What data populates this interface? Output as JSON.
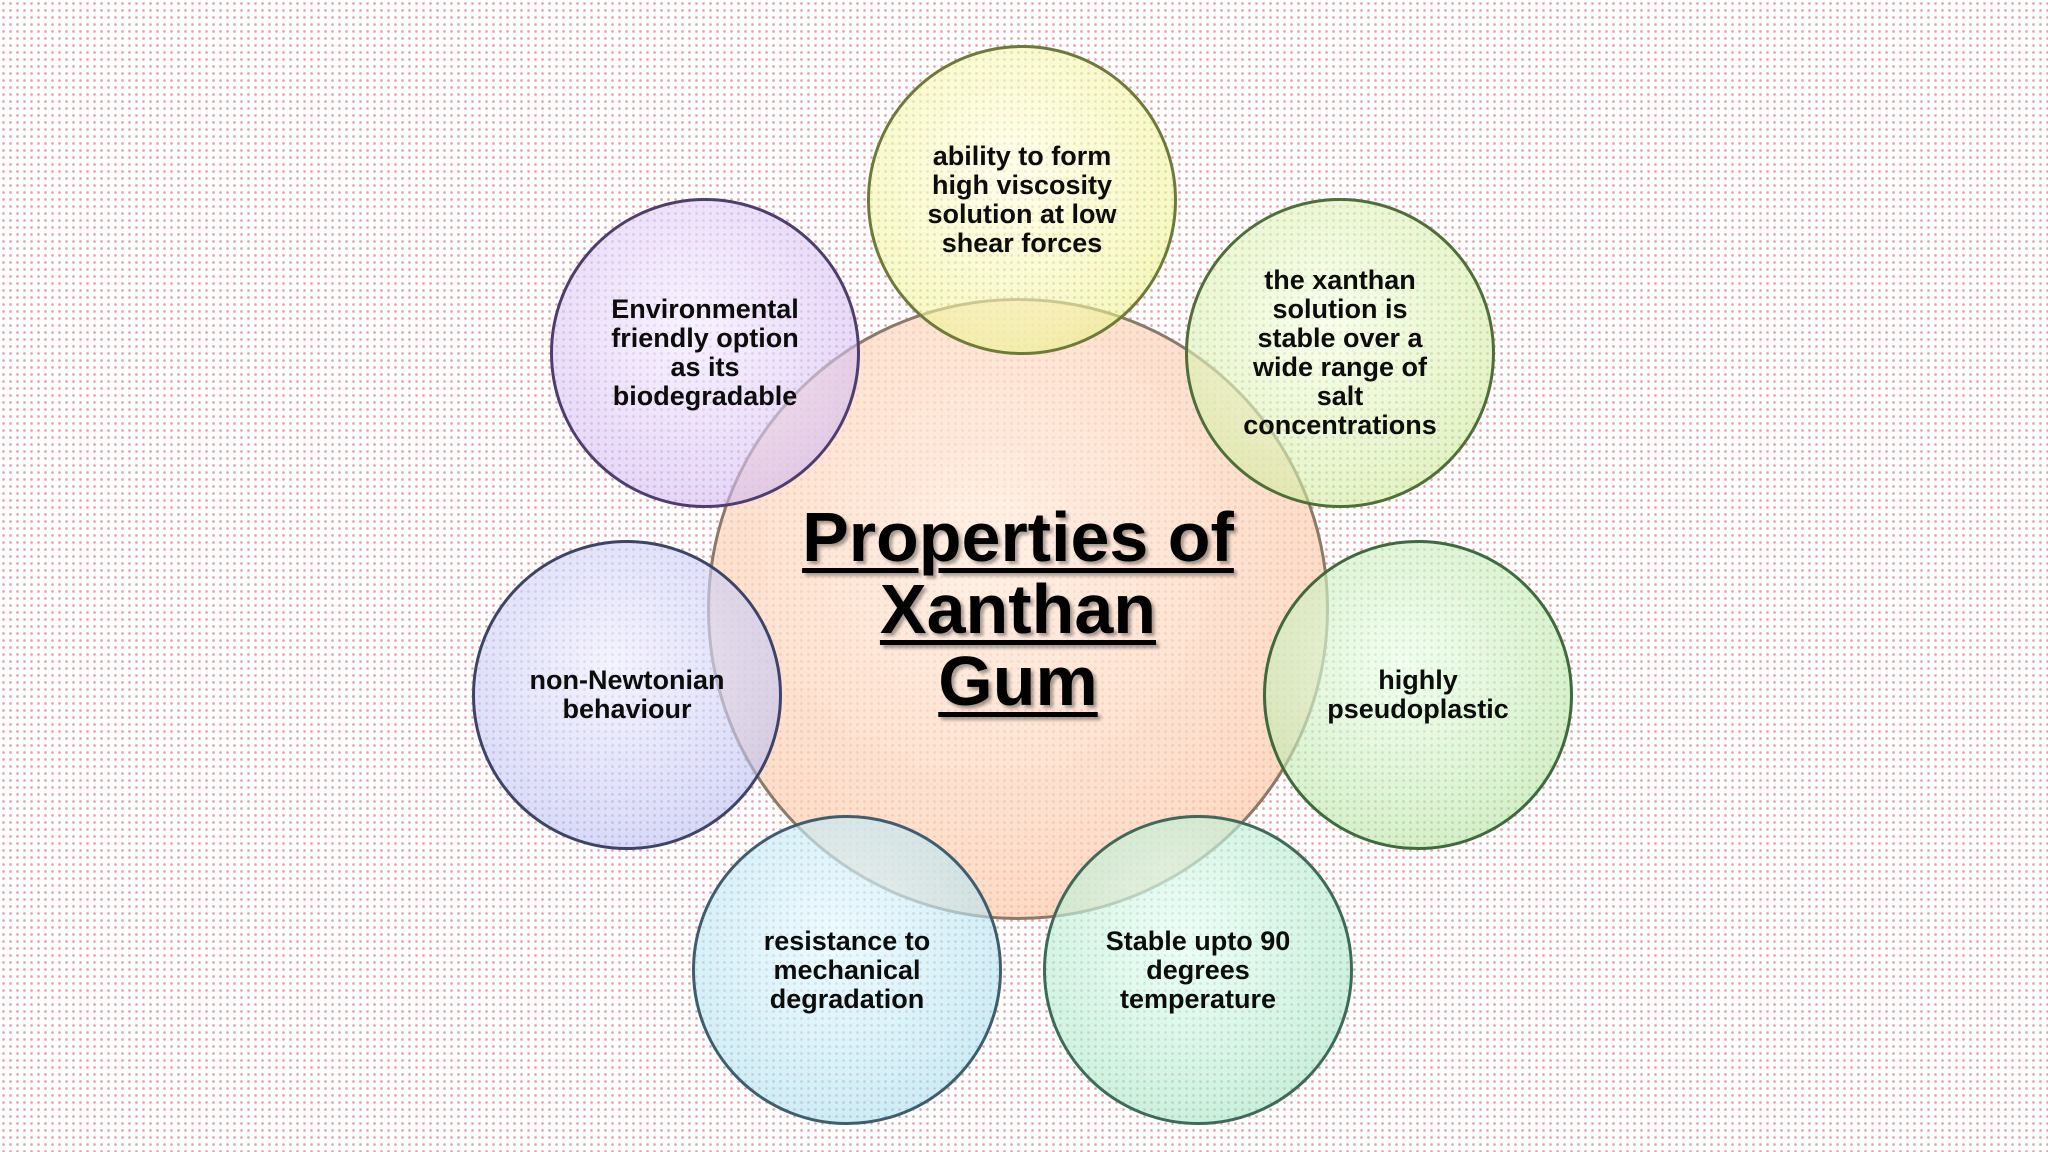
{
  "center": {
    "title_line1": "Properties of",
    "title_line2": "Xanthan",
    "title_line3": "Gum",
    "color": "#f4a06a"
  },
  "petals": [
    {
      "lines": [
        "ability to form",
        "high viscosity",
        "solution at low",
        "shear forces"
      ],
      "color": "#d8e85a"
    },
    {
      "lines": [
        "the xanthan",
        "solution is",
        "stable over a",
        "wide range of",
        "salt",
        "concentrations"
      ],
      "color": "#b6e26e"
    },
    {
      "lines": [
        "highly",
        "pseudoplastic"
      ],
      "color": "#8ed67c"
    },
    {
      "lines": [
        "Stable upto 90",
        "degrees",
        "temperature"
      ],
      "color": "#7ad8a6"
    },
    {
      "lines": [
        "resistance to",
        "mechanical",
        "degradation"
      ],
      "color": "#86cfe6"
    },
    {
      "lines": [
        "non-Newtonian",
        "behaviour"
      ],
      "color": "#9aa2ec"
    },
    {
      "lines": [
        "Environmental",
        "friendly option",
        "as its",
        "biodegradable"
      ],
      "color": "#b89aec"
    }
  ]
}
